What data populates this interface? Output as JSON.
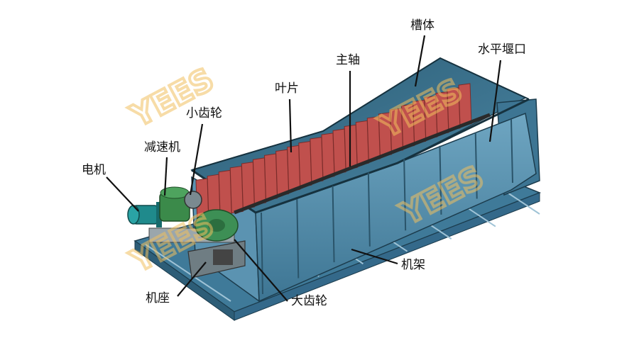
{
  "labels": {
    "motor": "电机",
    "reducer": "减速机",
    "pinion": "小齿轮",
    "blades": "叶片",
    "main_shaft": "主轴",
    "trough": "槽体",
    "weir": "水平堰口",
    "frame": "机架",
    "base": "机座",
    "bull_gear": "大齿轮"
  },
  "watermark": "YEES",
  "colors": {
    "trough": "#4f8aa8",
    "trough_dark": "#2f5f78",
    "blade": "#c0504d",
    "motor": "#1f8a8c",
    "gear": "#3b8a4a",
    "leader": "#111111"
  },
  "icons": [
    "spiral-classifier-drawing"
  ]
}
